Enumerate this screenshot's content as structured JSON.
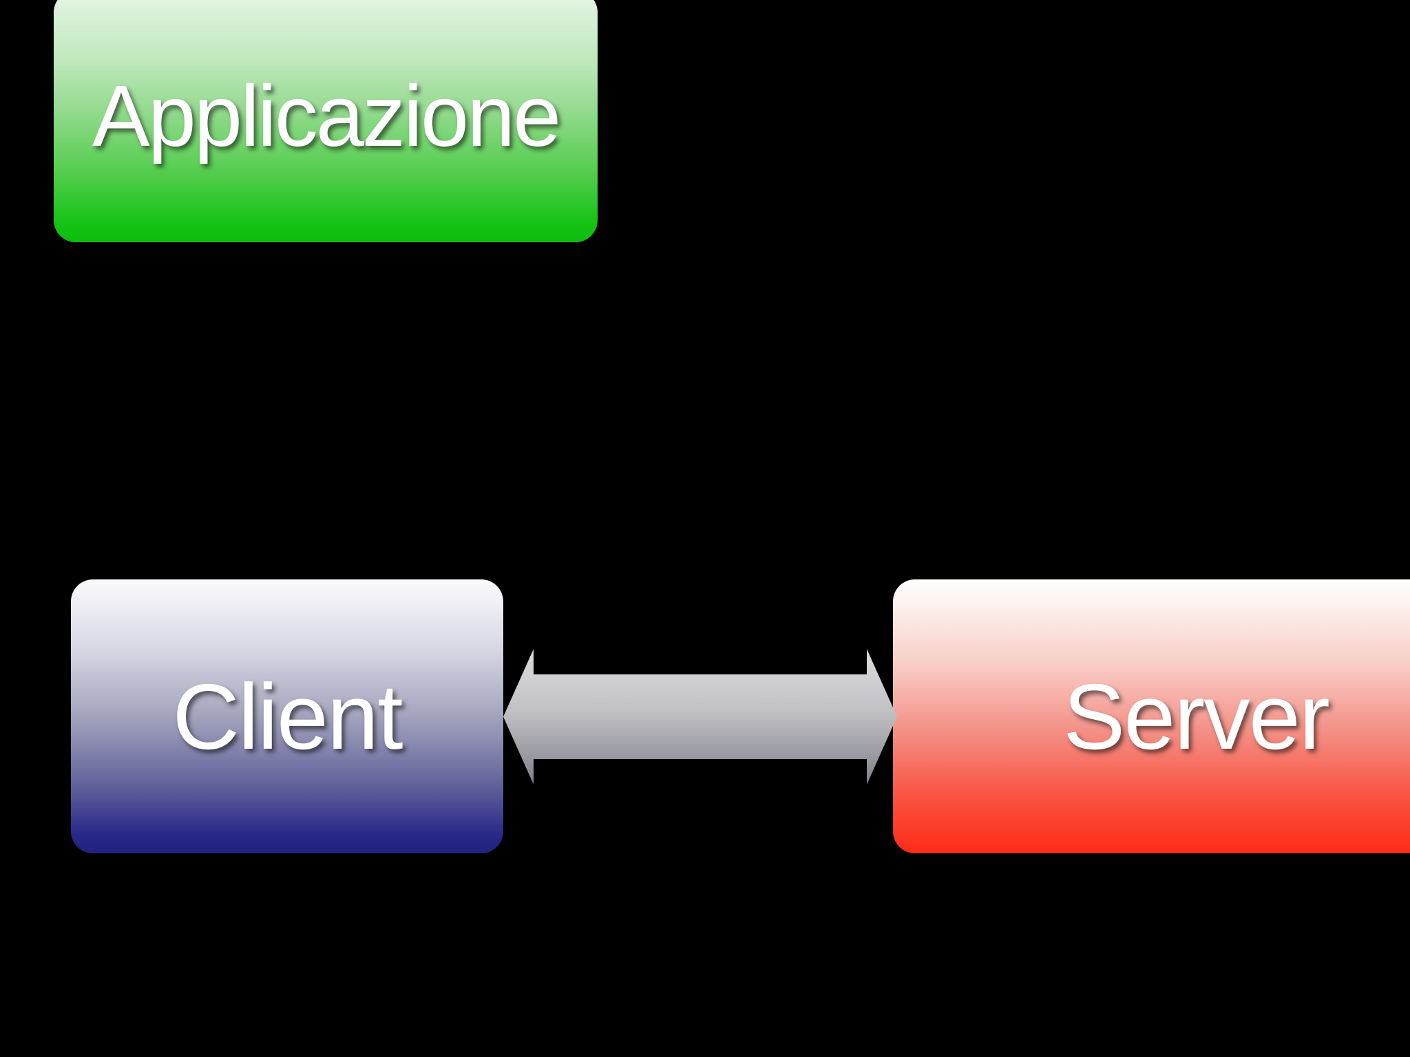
{
  "diagram": {
    "background_color": "#000000",
    "text_color": "#ffffff",
    "nodes": [
      {
        "id": "applicazione",
        "label": "Applicazione",
        "shape": "rounded-rectangle",
        "gradient_top": "#e7f5e7",
        "gradient_bottom": "#0dbd0d"
      },
      {
        "id": "client",
        "label": "Client",
        "shape": "rounded-rectangle",
        "gradient_top": "#fbfbfd",
        "gradient_bottom": "#21217e"
      },
      {
        "id": "server",
        "label": "Server",
        "shape": "rounded-rectangle",
        "gradient_top": "#ffffff",
        "gradient_bottom": "#ff2b18"
      }
    ],
    "connector": {
      "type": "double-headed-arrow",
      "from": "client",
      "to": "server",
      "gradient_top": "#dcdcdc",
      "gradient_bottom": "#80808a"
    }
  }
}
